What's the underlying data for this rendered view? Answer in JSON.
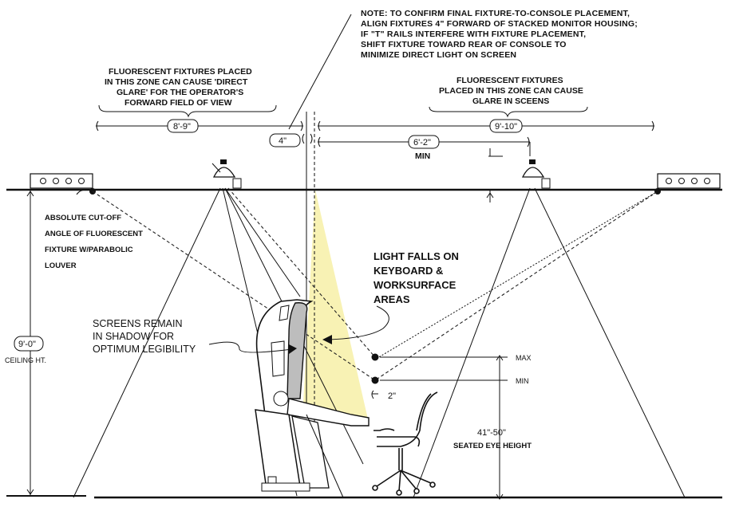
{
  "note": {
    "lines": [
      "NOTE: TO CONFIRM FINAL FIXTURE-TO-CONSOLE PLACEMENT,",
      "ALIGN FIXTURES 4\" FORWARD OF STACKED MONITOR HOUSING;",
      "IF \"T\" RAILS INTERFERE WITH FIXTURE PLACEMENT,",
      "SHIFT FIXTURE TOWARD REAR OF CONSOLE TO",
      "MINIMIZE DIRECT LIGHT ON SCREEN"
    ]
  },
  "zone_left": {
    "lines": [
      "FLUORESCENT FIXTURES PLACED",
      "IN THIS ZONE CAN CAUSE 'DIRECT",
      "GLARE' FOR THE OPERATOR'S",
      "FORWARD FIELD OF VIEW"
    ]
  },
  "zone_right": {
    "lines": [
      "FLUORESCENT FIXTURES",
      "PLACED IN THIS ZONE CAN CAUSE",
      "GLARE IN SCEENS"
    ]
  },
  "dims": {
    "left_span": "8'-9\"",
    "right_span": "9'-10\"",
    "offset": "4\"",
    "min_span": "6'-2\"",
    "min_label": "MIN",
    "ceiling": "9'-0\"",
    "ceiling_label": "CEILING HT.",
    "eye_gap": "2\"",
    "eye_max": "MAX",
    "eye_min": "MIN",
    "eye_range": "41\"-50\"",
    "eye_label": "SEATED EYE HEIGHT"
  },
  "cutoff": {
    "lines": [
      "ABSOLUTE CUT-OFF",
      "ANGLE OF FLUORESCENT",
      "FIXTURE W/PARABOLIC",
      "LOUVER"
    ]
  },
  "light_callout": {
    "lines": [
      "LIGHT FALLS ON",
      "KEYBOARD &",
      "WORKSURFACE",
      "AREAS"
    ]
  },
  "screens_callout": {
    "lines": [
      "SCREENS REMAIN",
      "IN SHADOW FOR",
      "OPTIMUM LEGIBILITY"
    ]
  },
  "colors": {
    "light_cone": "#f8f2b4",
    "screen_fill": "#bdbdbd",
    "line": "#111111"
  }
}
